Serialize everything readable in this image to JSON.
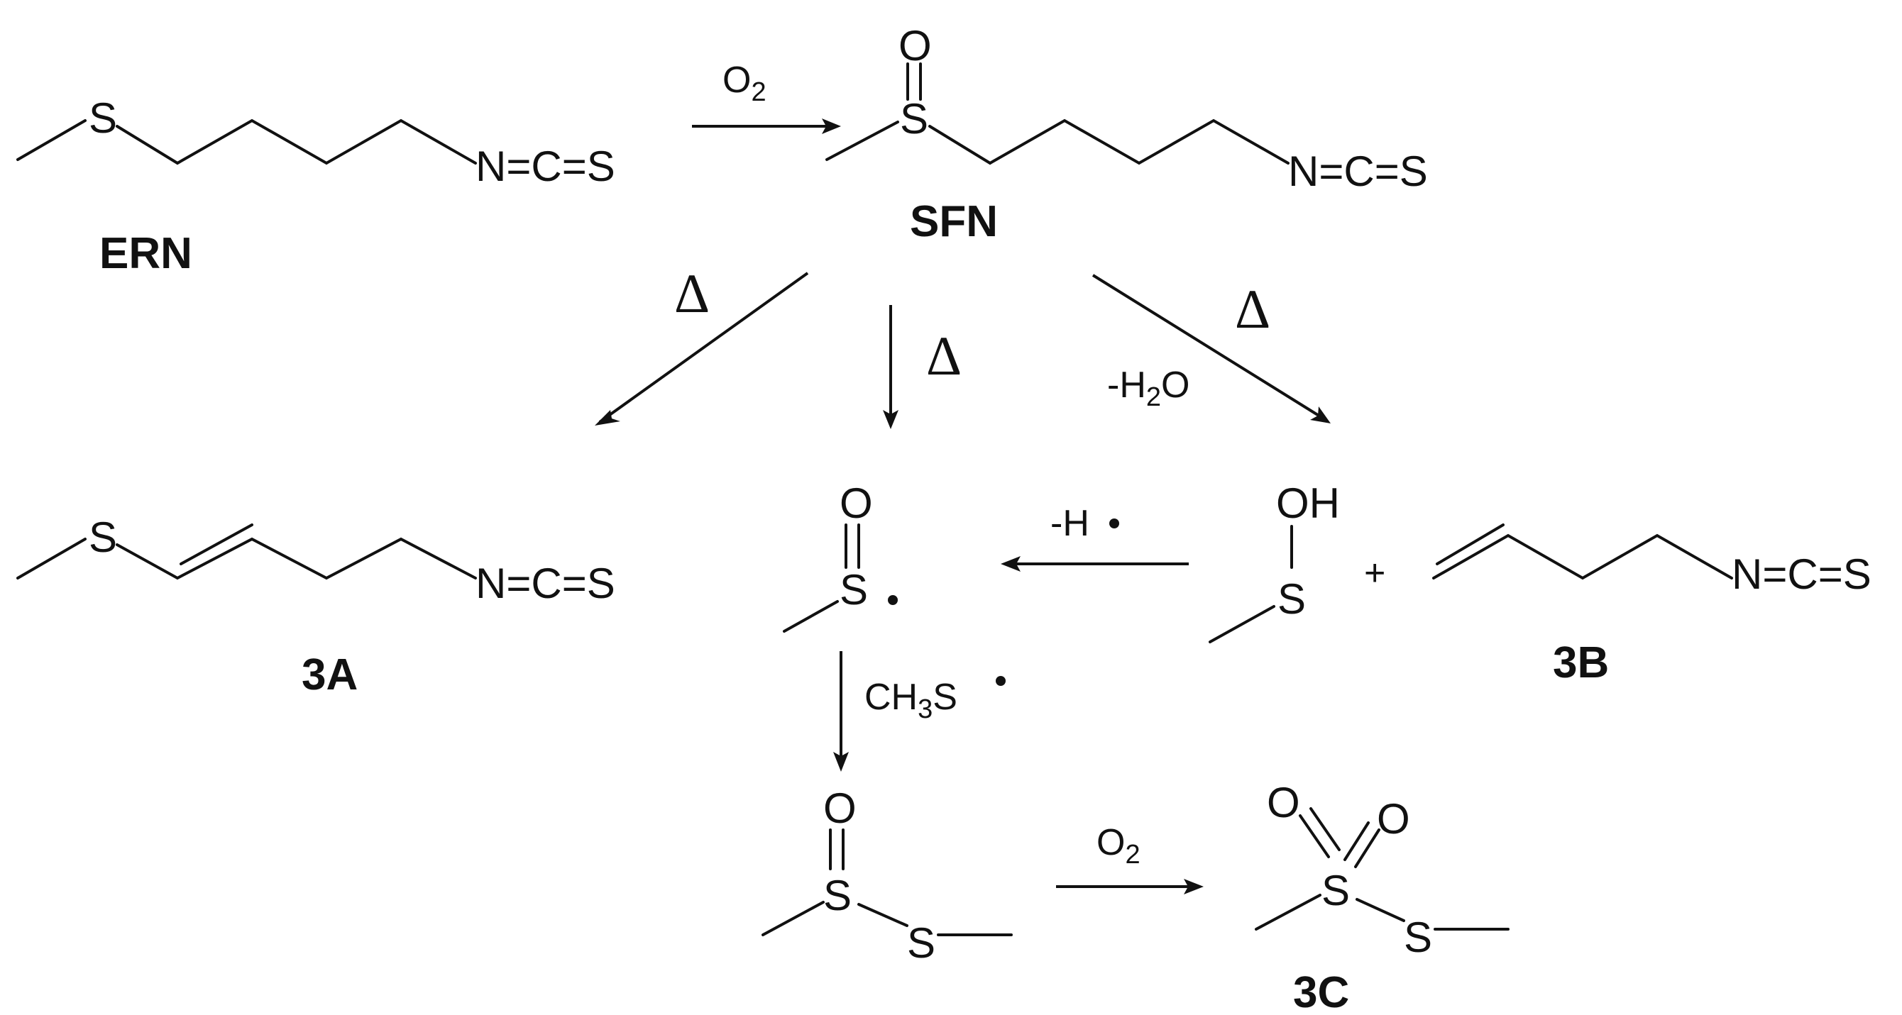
{
  "compounds": {
    "ern": {
      "label": "ERN",
      "s": "S",
      "ncs": "N=C=S"
    },
    "sfn": {
      "label": "SFN",
      "s": "S",
      "o": "O",
      "ncs": "N=C=S"
    },
    "c3a": {
      "label": "3A",
      "s": "S",
      "ncs": "N=C=S"
    },
    "c3b": {
      "label": "3B",
      "ncs": "N=C=S"
    },
    "radical": {
      "o": "O",
      "s": "S"
    },
    "sulfenic": {
      "oh": "OH",
      "s": "S",
      "plus": "+"
    },
    "thiosulfinate": {
      "o": "O",
      "s1": "S",
      "s2": "S"
    },
    "c3c": {
      "label": "3C",
      "o1": "O",
      "o2": "O",
      "s1": "S",
      "s2": "S"
    }
  },
  "conditions": {
    "oxidation_top": {
      "main": "O",
      "sub": "2"
    },
    "oxidation_bottom": {
      "main": "O",
      "sub": "2"
    },
    "heat_left": "Δ",
    "heat_center": "Δ",
    "heat_right": "Δ",
    "dehydration": {
      "pre": "-H",
      "sub": "2",
      "post": "O"
    },
    "h_abstraction": "-H",
    "methylthiyl": {
      "pre": "CH",
      "sub": "3",
      "post": "S"
    }
  }
}
